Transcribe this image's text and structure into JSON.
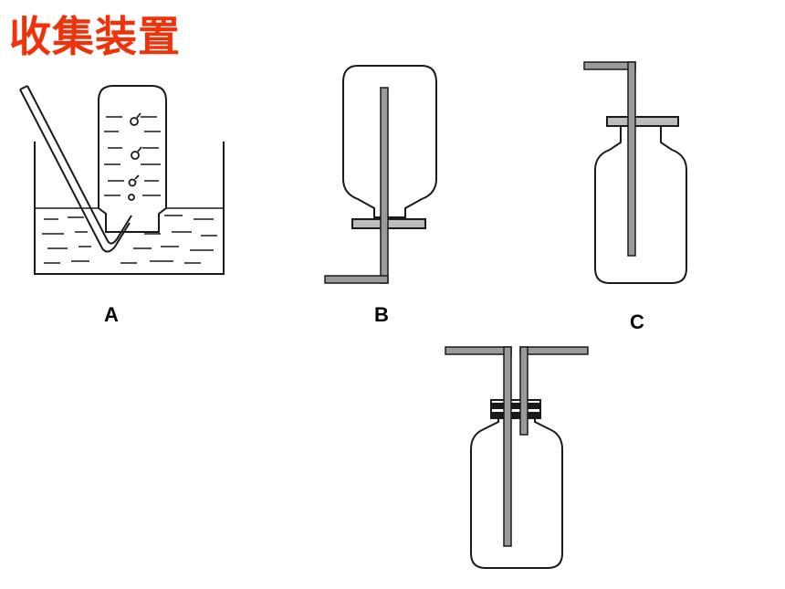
{
  "title": "收集装置",
  "apparatus": [
    {
      "label": "A"
    },
    {
      "label": "B"
    },
    {
      "label": "C"
    },
    {
      "label": ""
    }
  ],
  "colors": {
    "title": "#f0320a",
    "line": "#1a1a1a",
    "tube_fill": "#9a9a9a",
    "plate_fill": "#bdbdbd"
  }
}
